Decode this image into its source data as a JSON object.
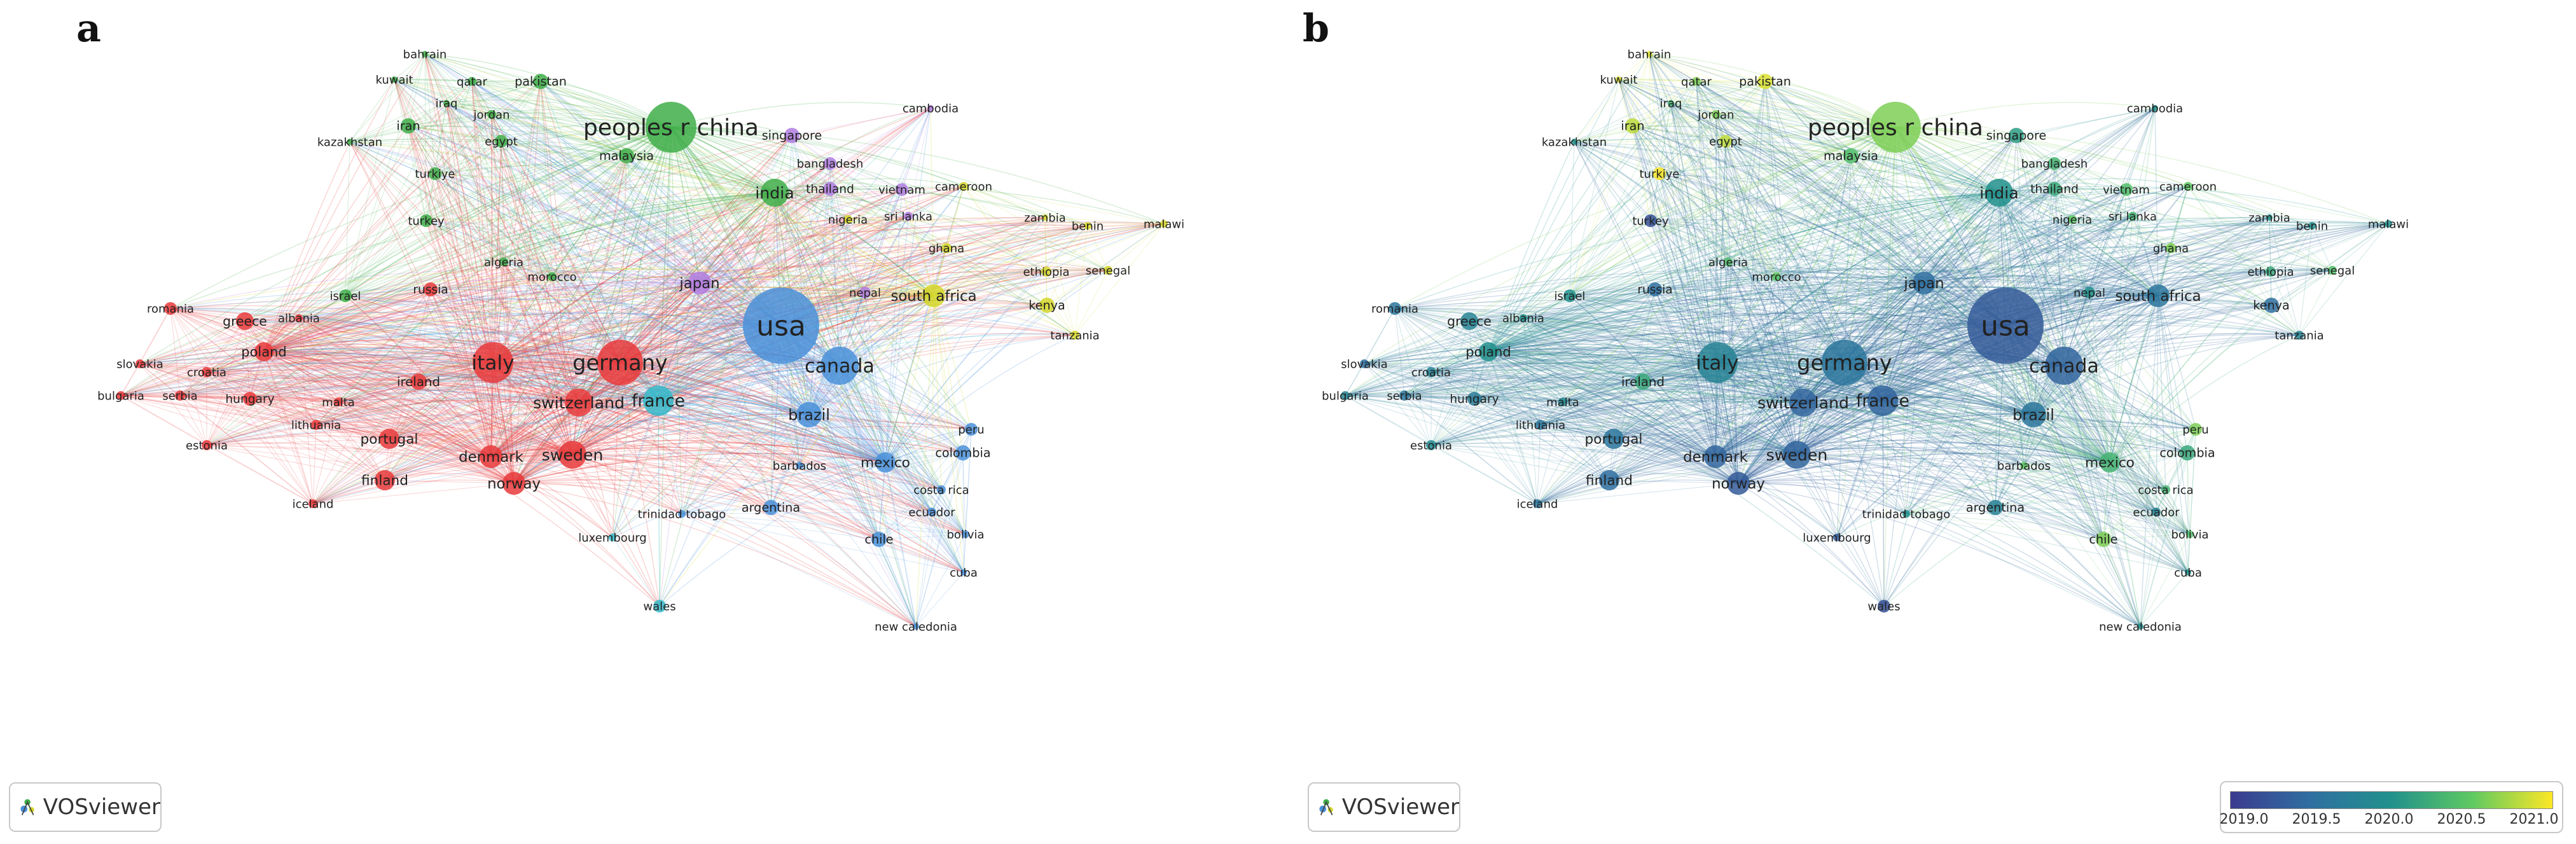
{
  "panels": [
    {
      "label": "a",
      "mode": "cluster"
    },
    {
      "label": "b",
      "mode": "year"
    }
  ],
  "logo": {
    "text": "VOSviewer"
  },
  "legend": {
    "ticks": [
      "2019.0",
      "2019.5",
      "2020.0",
      "2020.5",
      "2021.0"
    ],
    "gradient": [
      "#3b3b8f",
      "#2f6fa0",
      "#21918c",
      "#5ec962",
      "#fde725"
    ]
  },
  "cluster_colors": {
    "red": "#e8393b",
    "green": "#3fae49",
    "blue": "#4a90d9",
    "yellow": "#d4d62a",
    "purple": "#b07de0",
    "cyan": "#35b9c9"
  },
  "nodes": [
    {
      "name": "usa",
      "cluster": "blue",
      "size": 60,
      "year": 2019.3
    },
    {
      "name": "peoples r china",
      "cluster": "green",
      "size": 40,
      "year": 2020.6
    },
    {
      "name": "germany",
      "cluster": "red",
      "size": 36,
      "year": 2019.6
    },
    {
      "name": "italy",
      "cluster": "red",
      "size": 32,
      "year": 2019.8
    },
    {
      "name": "canada",
      "cluster": "blue",
      "size": 30,
      "year": 2019.4
    },
    {
      "name": "india",
      "cluster": "green",
      "size": 22,
      "year": 2020.0
    },
    {
      "name": "france",
      "cluster": "cyan",
      "size": 24,
      "year": 2019.4
    },
    {
      "name": "switzerland",
      "cluster": "red",
      "size": 22,
      "year": 2019.4
    },
    {
      "name": "sweden",
      "cluster": "red",
      "size": 22,
      "year": 2019.4
    },
    {
      "name": "norway",
      "cluster": "red",
      "size": 18,
      "year": 2019.3
    },
    {
      "name": "denmark",
      "cluster": "red",
      "size": 18,
      "year": 2019.4
    },
    {
      "name": "finland",
      "cluster": "red",
      "size": 16,
      "year": 2019.5
    },
    {
      "name": "portugal",
      "cluster": "red",
      "size": 16,
      "year": 2019.6
    },
    {
      "name": "poland",
      "cluster": "red",
      "size": 15,
      "year": 2020.0
    },
    {
      "name": "greece",
      "cluster": "red",
      "size": 14,
      "year": 2019.8
    },
    {
      "name": "ireland",
      "cluster": "red",
      "size": 13,
      "year": 2020.2
    },
    {
      "name": "hungary",
      "cluster": "red",
      "size": 11,
      "year": 2019.7
    },
    {
      "name": "romania",
      "cluster": "red",
      "size": 10,
      "year": 2019.6
    },
    {
      "name": "brazil",
      "cluster": "blue",
      "size": 20,
      "year": 2019.6
    },
    {
      "name": "mexico",
      "cluster": "blue",
      "size": 16,
      "year": 2020.3
    },
    {
      "name": "colombia",
      "cluster": "blue",
      "size": 12,
      "year": 2020.2
    },
    {
      "name": "argentina",
      "cluster": "blue",
      "size": 12,
      "year": 2019.8
    },
    {
      "name": "chile",
      "cluster": "blue",
      "size": 12,
      "year": 2020.6
    },
    {
      "name": "peru",
      "cluster": "blue",
      "size": 10,
      "year": 2020.6
    },
    {
      "name": "japan",
      "cluster": "purple",
      "size": 18,
      "year": 2019.5
    },
    {
      "name": "south africa",
      "cluster": "yellow",
      "size": 18,
      "year": 2019.6
    },
    {
      "name": "kenya",
      "cluster": "yellow",
      "size": 12,
      "year": 2019.5
    },
    {
      "name": "singapore",
      "cluster": "purple",
      "size": 12,
      "year": 2020.1
    },
    {
      "name": "bangladesh",
      "cluster": "purple",
      "size": 10,
      "year": 2020.3
    },
    {
      "name": "thailand",
      "cluster": "purple",
      "size": 11,
      "year": 2020.2
    },
    {
      "name": "vietnam",
      "cluster": "purple",
      "size": 10,
      "year": 2020.4
    },
    {
      "name": "malaysia",
      "cluster": "green",
      "size": 12,
      "year": 2020.4
    },
    {
      "name": "pakistan",
      "cluster": "green",
      "size": 12,
      "year": 2020.9
    },
    {
      "name": "iran",
      "cluster": "green",
      "size": 12,
      "year": 2020.8
    },
    {
      "name": "egypt",
      "cluster": "green",
      "size": 10,
      "year": 2020.8
    },
    {
      "name": "turkiye",
      "cluster": "green",
      "size": 10,
      "year": 2021.0
    },
    {
      "name": "turkey",
      "cluster": "green",
      "size": 10,
      "year": 2019.2
    },
    {
      "name": "russia",
      "cluster": "red",
      "size": 11,
      "year": 2019.5
    },
    {
      "name": "israel",
      "cluster": "green",
      "size": 10,
      "year": 2020.0
    },
    {
      "name": "wales",
      "cluster": "cyan",
      "size": 10,
      "year": 2019.2
    },
    {
      "name": "nepal",
      "cluster": "purple",
      "size": 9,
      "year": 2020.0
    },
    {
      "name": "ghana",
      "cluster": "yellow",
      "size": 8,
      "year": 2020.6
    },
    {
      "name": "ethiopia",
      "cluster": "yellow",
      "size": 8,
      "year": 2020.2
    },
    {
      "name": "senegal",
      "cluster": "yellow",
      "size": 7,
      "year": 2020.4
    },
    {
      "name": "tanzania",
      "cluster": "yellow",
      "size": 7,
      "year": 2019.8
    },
    {
      "name": "cameroon",
      "cluster": "yellow",
      "size": 7,
      "year": 2020.5
    },
    {
      "name": "nigeria",
      "cluster": "yellow",
      "size": 7,
      "year": 2020.5
    },
    {
      "name": "sri lanka",
      "cluster": "purple",
      "size": 7,
      "year": 2020.3
    },
    {
      "name": "qatar",
      "cluster": "green",
      "size": 7,
      "year": 2020.6
    },
    {
      "name": "jordan",
      "cluster": "green",
      "size": 7,
      "year": 2020.6
    },
    {
      "name": "algeria",
      "cluster": "green",
      "size": 7,
      "year": 2020.4
    },
    {
      "name": "morocco",
      "cluster": "green",
      "size": 7,
      "year": 2020.5
    },
    {
      "name": "croatia",
      "cluster": "red",
      "size": 8,
      "year": 2019.8
    },
    {
      "name": "serbia",
      "cluster": "red",
      "size": 8,
      "year": 2019.6
    },
    {
      "name": "malta",
      "cluster": "red",
      "size": 7,
      "year": 2019.9
    },
    {
      "name": "lithuania",
      "cluster": "red",
      "size": 8,
      "year": 2019.6
    },
    {
      "name": "estonia",
      "cluster": "red",
      "size": 8,
      "year": 2019.9
    },
    {
      "name": "slovakia",
      "cluster": "red",
      "size": 7,
      "year": 2019.5
    },
    {
      "name": "bulgaria",
      "cluster": "red",
      "size": 7,
      "year": 2019.8
    },
    {
      "name": "albania",
      "cluster": "red",
      "size": 6,
      "year": 2020.0
    },
    {
      "name": "iceland",
      "cluster": "red",
      "size": 7,
      "year": 2019.6
    },
    {
      "name": "barbados",
      "cluster": "blue",
      "size": 6,
      "year": 2020.5
    },
    {
      "name": "costa rica",
      "cluster": "blue",
      "size": 7,
      "year": 2020.3
    },
    {
      "name": "ecuador",
      "cluster": "blue",
      "size": 7,
      "year": 2019.8
    },
    {
      "name": "bolivia",
      "cluster": "blue",
      "size": 6,
      "year": 2020.4
    },
    {
      "name": "trinidad tobago",
      "cluster": "blue",
      "size": 6,
      "year": 2020.0
    },
    {
      "name": "luxembourg",
      "cluster": "cyan",
      "size": 6,
      "year": 2019.3
    },
    {
      "name": "cuba",
      "cluster": "blue",
      "size": 5,
      "year": 2020.0
    },
    {
      "name": "new caledonia",
      "cluster": "blue",
      "size": 5,
      "year": 2020.0
    },
    {
      "name": "bahrain",
      "cluster": "green",
      "size": 5,
      "year": 2020.9
    },
    {
      "name": "kuwait",
      "cluster": "green",
      "size": 5,
      "year": 2020.9
    },
    {
      "name": "iraq",
      "cluster": "green",
      "size": 5,
      "year": 2020.3
    },
    {
      "name": "kazakhstan",
      "cluster": "green",
      "size": 5,
      "year": 2020.0
    },
    {
      "name": "cambodia",
      "cluster": "purple",
      "size": 5,
      "year": 2020.0
    },
    {
      "name": "zambia",
      "cluster": "yellow",
      "size": 5,
      "year": 2020.0
    },
    {
      "name": "benin",
      "cluster": "yellow",
      "size": 6,
      "year": 2020.0
    },
    {
      "name": "malawi",
      "cluster": "yellow",
      "size": 6,
      "year": 2020.0
    }
  ]
}
